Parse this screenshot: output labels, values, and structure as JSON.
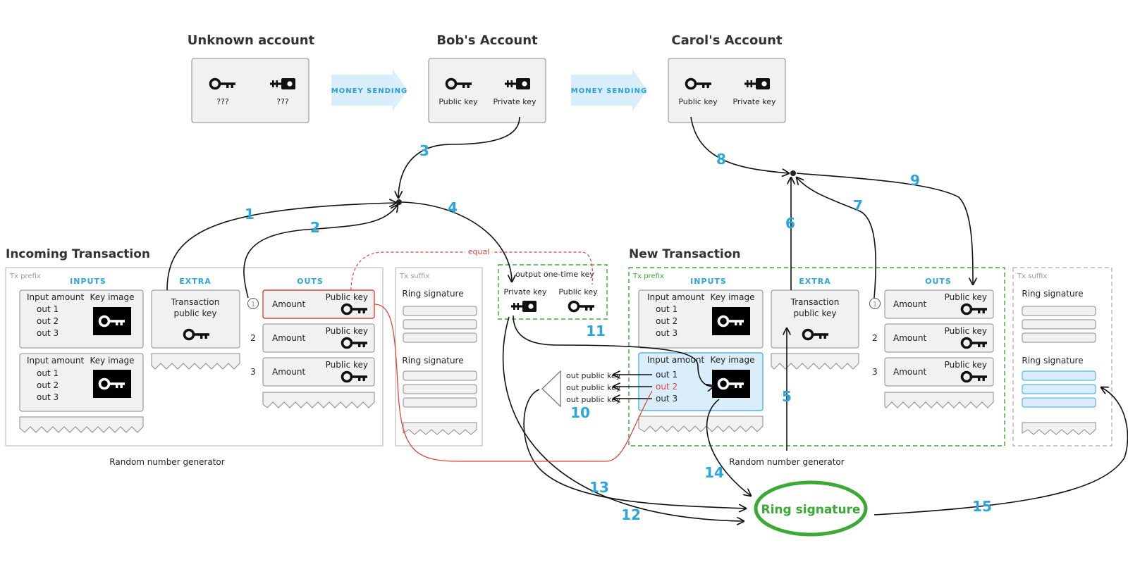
{
  "accounts": {
    "unknown": {
      "title": "Unknown account",
      "left": "???",
      "right": "???"
    },
    "bob": {
      "title": "Bob's Account",
      "left": "Public key",
      "right": "Private key"
    },
    "carol": {
      "title": "Carol's Account",
      "left": "Public key",
      "right": "Private key"
    },
    "money_sending": "MONEY SENDING"
  },
  "incoming": {
    "title": "Incoming Transaction",
    "tx_prefix": "Tx prefix",
    "tx_suffix": "Tx suffix",
    "inputs_header": "INPUTS",
    "extra_header": "EXTRA",
    "outs_header": "OUTS",
    "input_amount": "Input amount",
    "key_image": "Key image",
    "outs": [
      "out 1",
      "out 2",
      "out 3"
    ],
    "tx_public_key": [
      "Transaction",
      "public key"
    ],
    "out_rows": [
      {
        "index": "1",
        "amount": "Amount",
        "key": "Public key"
      },
      {
        "index": "2",
        "amount": "Amount",
        "key": "Public key"
      },
      {
        "index": "3",
        "amount": "Amount",
        "key": "Public key"
      }
    ],
    "ring_signature": "Ring signature",
    "rng": "Random number generator"
  },
  "one_time_key": {
    "title": "output one-time key",
    "private": "Private key",
    "public": "Public key",
    "equal": "equal"
  },
  "decoys": {
    "label": "out public key",
    "outs": [
      "out 1",
      "out 2",
      "out 3"
    ]
  },
  "new_tx": {
    "title": "New Transaction",
    "tx_prefix": "Tx prefix",
    "tx_suffix": "Tx suffix",
    "inputs_header": "INPUTS",
    "extra_header": "EXTRA",
    "outs_header": "OUTS",
    "input_amount": "Input amount",
    "key_image": "Key image",
    "outs": [
      "out 1",
      "out 2",
      "out 3"
    ],
    "tx_public_key": [
      "Transaction",
      "public key"
    ],
    "out_rows": [
      {
        "index": "1",
        "amount": "Amount",
        "key": "Public key"
      },
      {
        "index": "2",
        "amount": "Amount",
        "key": "Public key"
      },
      {
        "index": "3",
        "amount": "Amount",
        "key": "Public key"
      }
    ],
    "ring_signature": "Ring signature",
    "rng": "Random number generator"
  },
  "ring_signature_big": "Ring signature",
  "steps": [
    "1",
    "2",
    "3",
    "4",
    "5",
    "6",
    "7",
    "8",
    "9",
    "10",
    "11",
    "12",
    "13",
    "14",
    "15"
  ],
  "colors": {
    "accent_blue": "#2aa6dc",
    "green": "#3aaa35",
    "red": "#e0453a",
    "highlight": "#d9eefa"
  }
}
